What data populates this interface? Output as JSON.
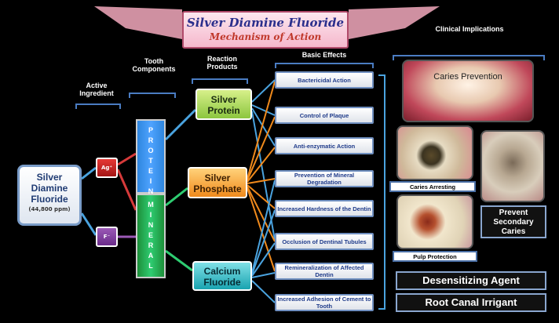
{
  "title": "Silver Diamine Fluoride",
  "subtitle": "Mechanism of Action",
  "headers": {
    "active_ingredient": "Active Ingredient",
    "tooth_components": "Tooth Components",
    "reaction_products": "Reaction Products",
    "basic_effects": "Basic Effects",
    "clinical_implications": "Clinical Implications"
  },
  "source": {
    "name_line1": "Silver",
    "name_line2": "Diamine",
    "name_line3": "Fluoride",
    "concentration": "(44,800 ppm)"
  },
  "ions": {
    "ag": "Ag⁺",
    "f": "F⁻"
  },
  "tooth": {
    "protein_letters": [
      "P",
      "R",
      "O",
      "T",
      "E",
      "I",
      "N"
    ],
    "mineral_letters": [
      "M",
      "I",
      "N",
      "E",
      "R",
      "A",
      "L"
    ]
  },
  "products": {
    "silver_protein_1": "Silver",
    "silver_protein_2": "Protein",
    "silver_phosphate_1": "Silver",
    "silver_phosphate_2": "Phosphate",
    "calcium_fluoride_1": "Calcium",
    "calcium_fluoride_2": "Fluoride"
  },
  "effects": [
    "Bactericidal Action",
    "Control of Plaque",
    "Anti-enzymatic Action",
    "Prevention of Mineral Degradation",
    "Increased Hardness of the Dentin",
    "Occlusion of Dentinal Tubules",
    "Remineralization of Affected Dentin",
    "Increased Adhesion of Cement to Tooth"
  ],
  "clinical": {
    "caries_prevention": "Caries Prevention",
    "caries_arresting": "Caries Arresting",
    "prevent_secondary_caries": "Prevent Secondary Caries",
    "pulp_protection": "Pulp Protection",
    "desensitizing_agent": "Desensitizing Agent",
    "root_canal_irrigant": "Root Canal Irrigant"
  },
  "colors": {
    "background": "#000000",
    "wire_blue": "#4aa3df",
    "wire_orange": "#f08a1c",
    "wire_red": "#d63a3a",
    "wire_green": "#2ecc71"
  }
}
